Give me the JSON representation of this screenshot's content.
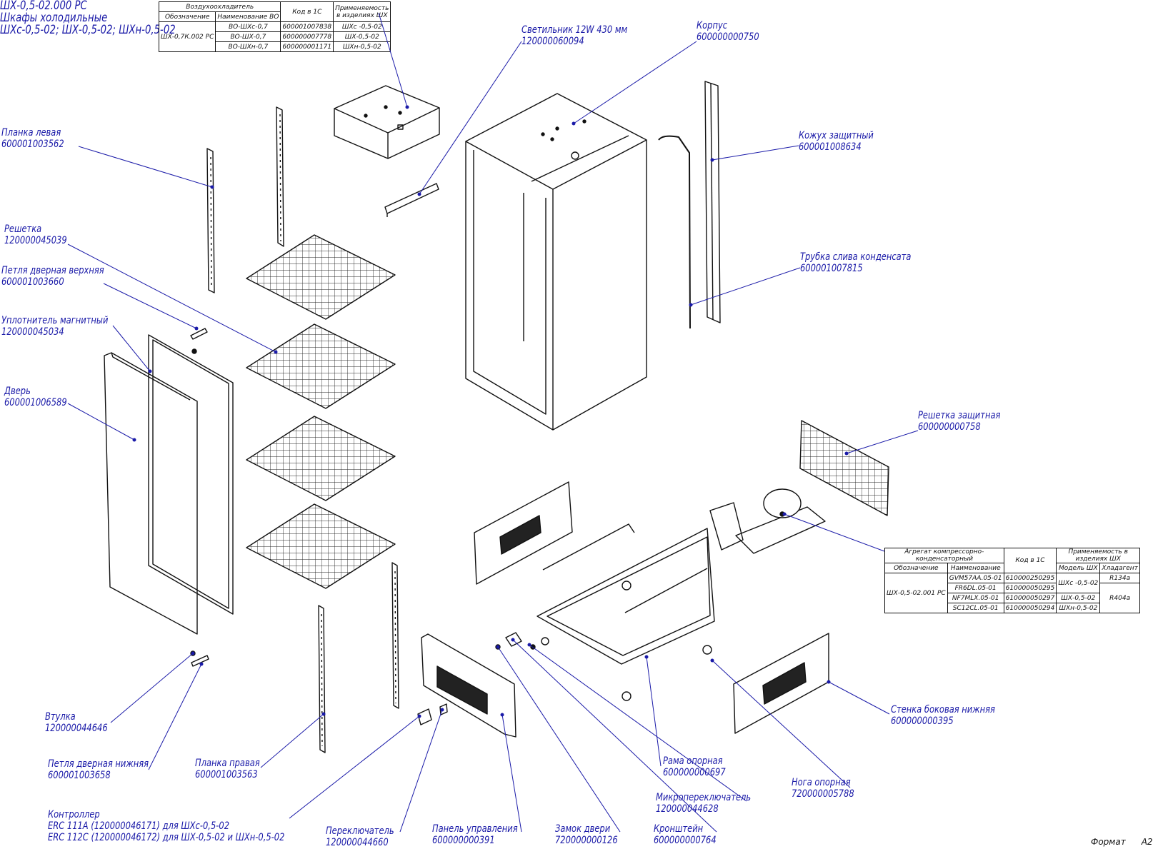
{
  "header": {
    "line1": "ШХ-0,5-02.000 РС",
    "line2": "Шкафы холодильные",
    "line3": "ШХс-0,5-02; ШХ-0,5-02; ШХн-0,5-02"
  },
  "air_cooler_table": {
    "title": "Воздухоохладитель",
    "col_code": "Код в 1С",
    "col_applicability": "Применяемость в изделиях ШХ",
    "col_designation": "Обозначение",
    "col_name": "Наименование ВО",
    "designation": "ШХ-0,7К.002 РС",
    "rows": [
      {
        "name": "ВО-ШХс-0,7",
        "code": "600001007838",
        "applies": "ШХс -0,5-02"
      },
      {
        "name": "ВО-ШХ-0,7",
        "code": "600000007778",
        "applies": "ШХ-0,5-02"
      },
      {
        "name": "ВО-ШХн-0,7",
        "code": "600000001171",
        "applies": "ШХн-0,5-02"
      }
    ]
  },
  "compressor_table": {
    "title": "Агрегат компрессорно-конденсаторный",
    "col_code": "Код в 1С",
    "col_applicability": "Применяемость в изделиях ШХ",
    "col_designation": "Обозначение",
    "col_name": "Наименование",
    "col_model": "Модель ШХ",
    "col_refrigerant": "Хладагент",
    "designation": "ШХ-0,5-02.001 РС",
    "rows": [
      {
        "name": "GVM57AA.05-01",
        "code": "610000250295"
      },
      {
        "name": "FR6DL.05-01",
        "code": "610000050295"
      },
      {
        "name": "NF7MLX.05-01",
        "code": "610000050297"
      },
      {
        "name": "SC12CL.05-01",
        "code": "610000050294"
      }
    ],
    "models": [
      "ШХс -0,5-02",
      "ШХ-0,5-02",
      "ШХн-0,5-02"
    ],
    "refrigerants": [
      "R134a",
      "R404a"
    ]
  },
  "labels": {
    "lamp": {
      "name": "Светильник 12W 430 мм",
      "code": "120000060094"
    },
    "body": {
      "name": "Корпус",
      "code": "600000000750"
    },
    "plank_left": {
      "name": "Планка левая",
      "code": "600001003562"
    },
    "cover": {
      "name": "Кожух защитный",
      "code": "600001008634"
    },
    "grate": {
      "name": "Решетка",
      "code": "120000045039"
    },
    "drain": {
      "name": "Трубка слива конденсата",
      "code": "600001007815"
    },
    "hinge_top": {
      "name": "Петля дверная верхняя",
      "code": "600001003660"
    },
    "seal": {
      "name": "Уплотнитель магнитный",
      "code": "120000045034"
    },
    "door": {
      "name": "Дверь",
      "code": "600001006589"
    },
    "guard": {
      "name": "Решетка защитная",
      "code": "600000000758"
    },
    "bushing": {
      "name": "Втулка",
      "code": "120000044646"
    },
    "side_wall": {
      "name": "Стенка боковая нижняя",
      "code": "600000000395"
    },
    "hinge_bottom": {
      "name": "Петля дверная нижняя",
      "code": "600001003658"
    },
    "plank_right": {
      "name": "Планка правая",
      "code": "600001003563"
    },
    "frame": {
      "name": "Рама опорная",
      "code": "600000000697"
    },
    "leg": {
      "name": "Нога опорная",
      "code": "720000005788"
    },
    "microswitch": {
      "name": "Микропереключатель",
      "code": "120000044628"
    },
    "controller": {
      "name": "Контроллер",
      "line2": "ERC 111A (120000046171) для ШХс-0,5-02",
      "line3": "ERC 112C (120000046172) для ШХ-0,5-02 и ШХн-0,5-02"
    },
    "switch": {
      "name": "Переключатель",
      "code": "120000044660"
    },
    "panel": {
      "name": "Панель управления",
      "code": "600000000391"
    },
    "lock": {
      "name": "Замок двери",
      "code": "720000000126"
    },
    "bracket": {
      "name": "Кронштейн",
      "code": "600000000764"
    }
  },
  "format": {
    "label": "Формат",
    "value": "А2"
  },
  "colors": {
    "callout": "#1a1aa8",
    "linework": "#111111"
  }
}
